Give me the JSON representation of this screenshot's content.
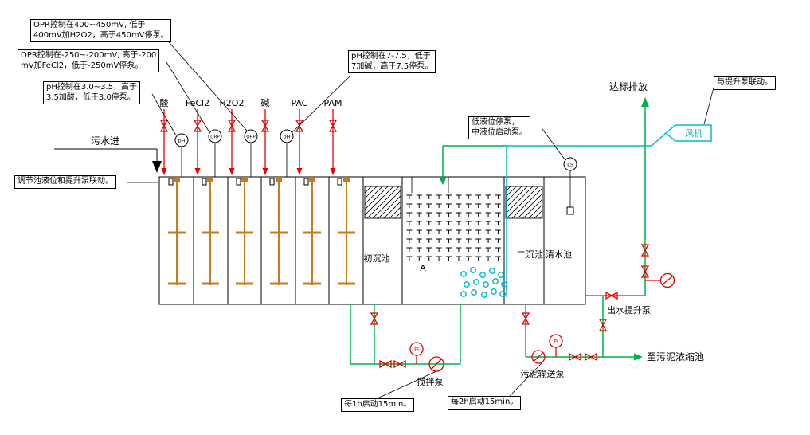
{
  "colors": {
    "pipe_red": "#e60000",
    "pipe_green": "#00b050",
    "pipe_cyan": "#00bcd4",
    "mixer_orange": "#c87a1e"
  },
  "notes": {
    "h2o2": {
      "l1": "OPR控制在400~450mV, 低于",
      "l2": "400mV加H2O2，高于450mV停泵。"
    },
    "fecl2": {
      "l1": "OPR控制在-250~-200mV, 高于-200",
      "l2": "mV加FeCl2，低于-250mV停泵。"
    },
    "acid": {
      "l1": "pH控制在3.0~3.5，高于",
      "l2": "3.5加酸，低于3.0停泵。"
    },
    "alkali": {
      "l1": "pH控制在7-7.5，低于",
      "l2": "7加碱，高于7.5停泵。"
    },
    "lift_link": "与提升泵联动。",
    "level": {
      "l1": "低液位停泵，",
      "l2": "中液位启动泵。"
    },
    "regulating": "调节池液位和提升泵联动。",
    "mix_timer": "每1h启动15min。",
    "sludge_timer": "每2h启动15min。"
  },
  "labels": {
    "influent": "污水进",
    "discharge": "达标排放",
    "blower": "风机",
    "to_thickener": "至污泥浓缩池",
    "effluent_pump": "出水提升泵",
    "mixing_pump": "搅拌泵",
    "sludge_pump": "污泥输送泵",
    "chemicals": [
      "酸",
      "FeCl2",
      "H2O2",
      "碱",
      "PAC",
      "PAM"
    ],
    "tanks": {
      "primary": "初沉池",
      "aeration": "A",
      "secondary": "二沉池",
      "clear": "清水池"
    }
  },
  "instruments": {
    "ph1": "pH",
    "orp1": "ORP",
    "orp2": "ORP",
    "ph2": "pH",
    "ls": "LS",
    "pi1": "PI",
    "pi2": "PI"
  }
}
